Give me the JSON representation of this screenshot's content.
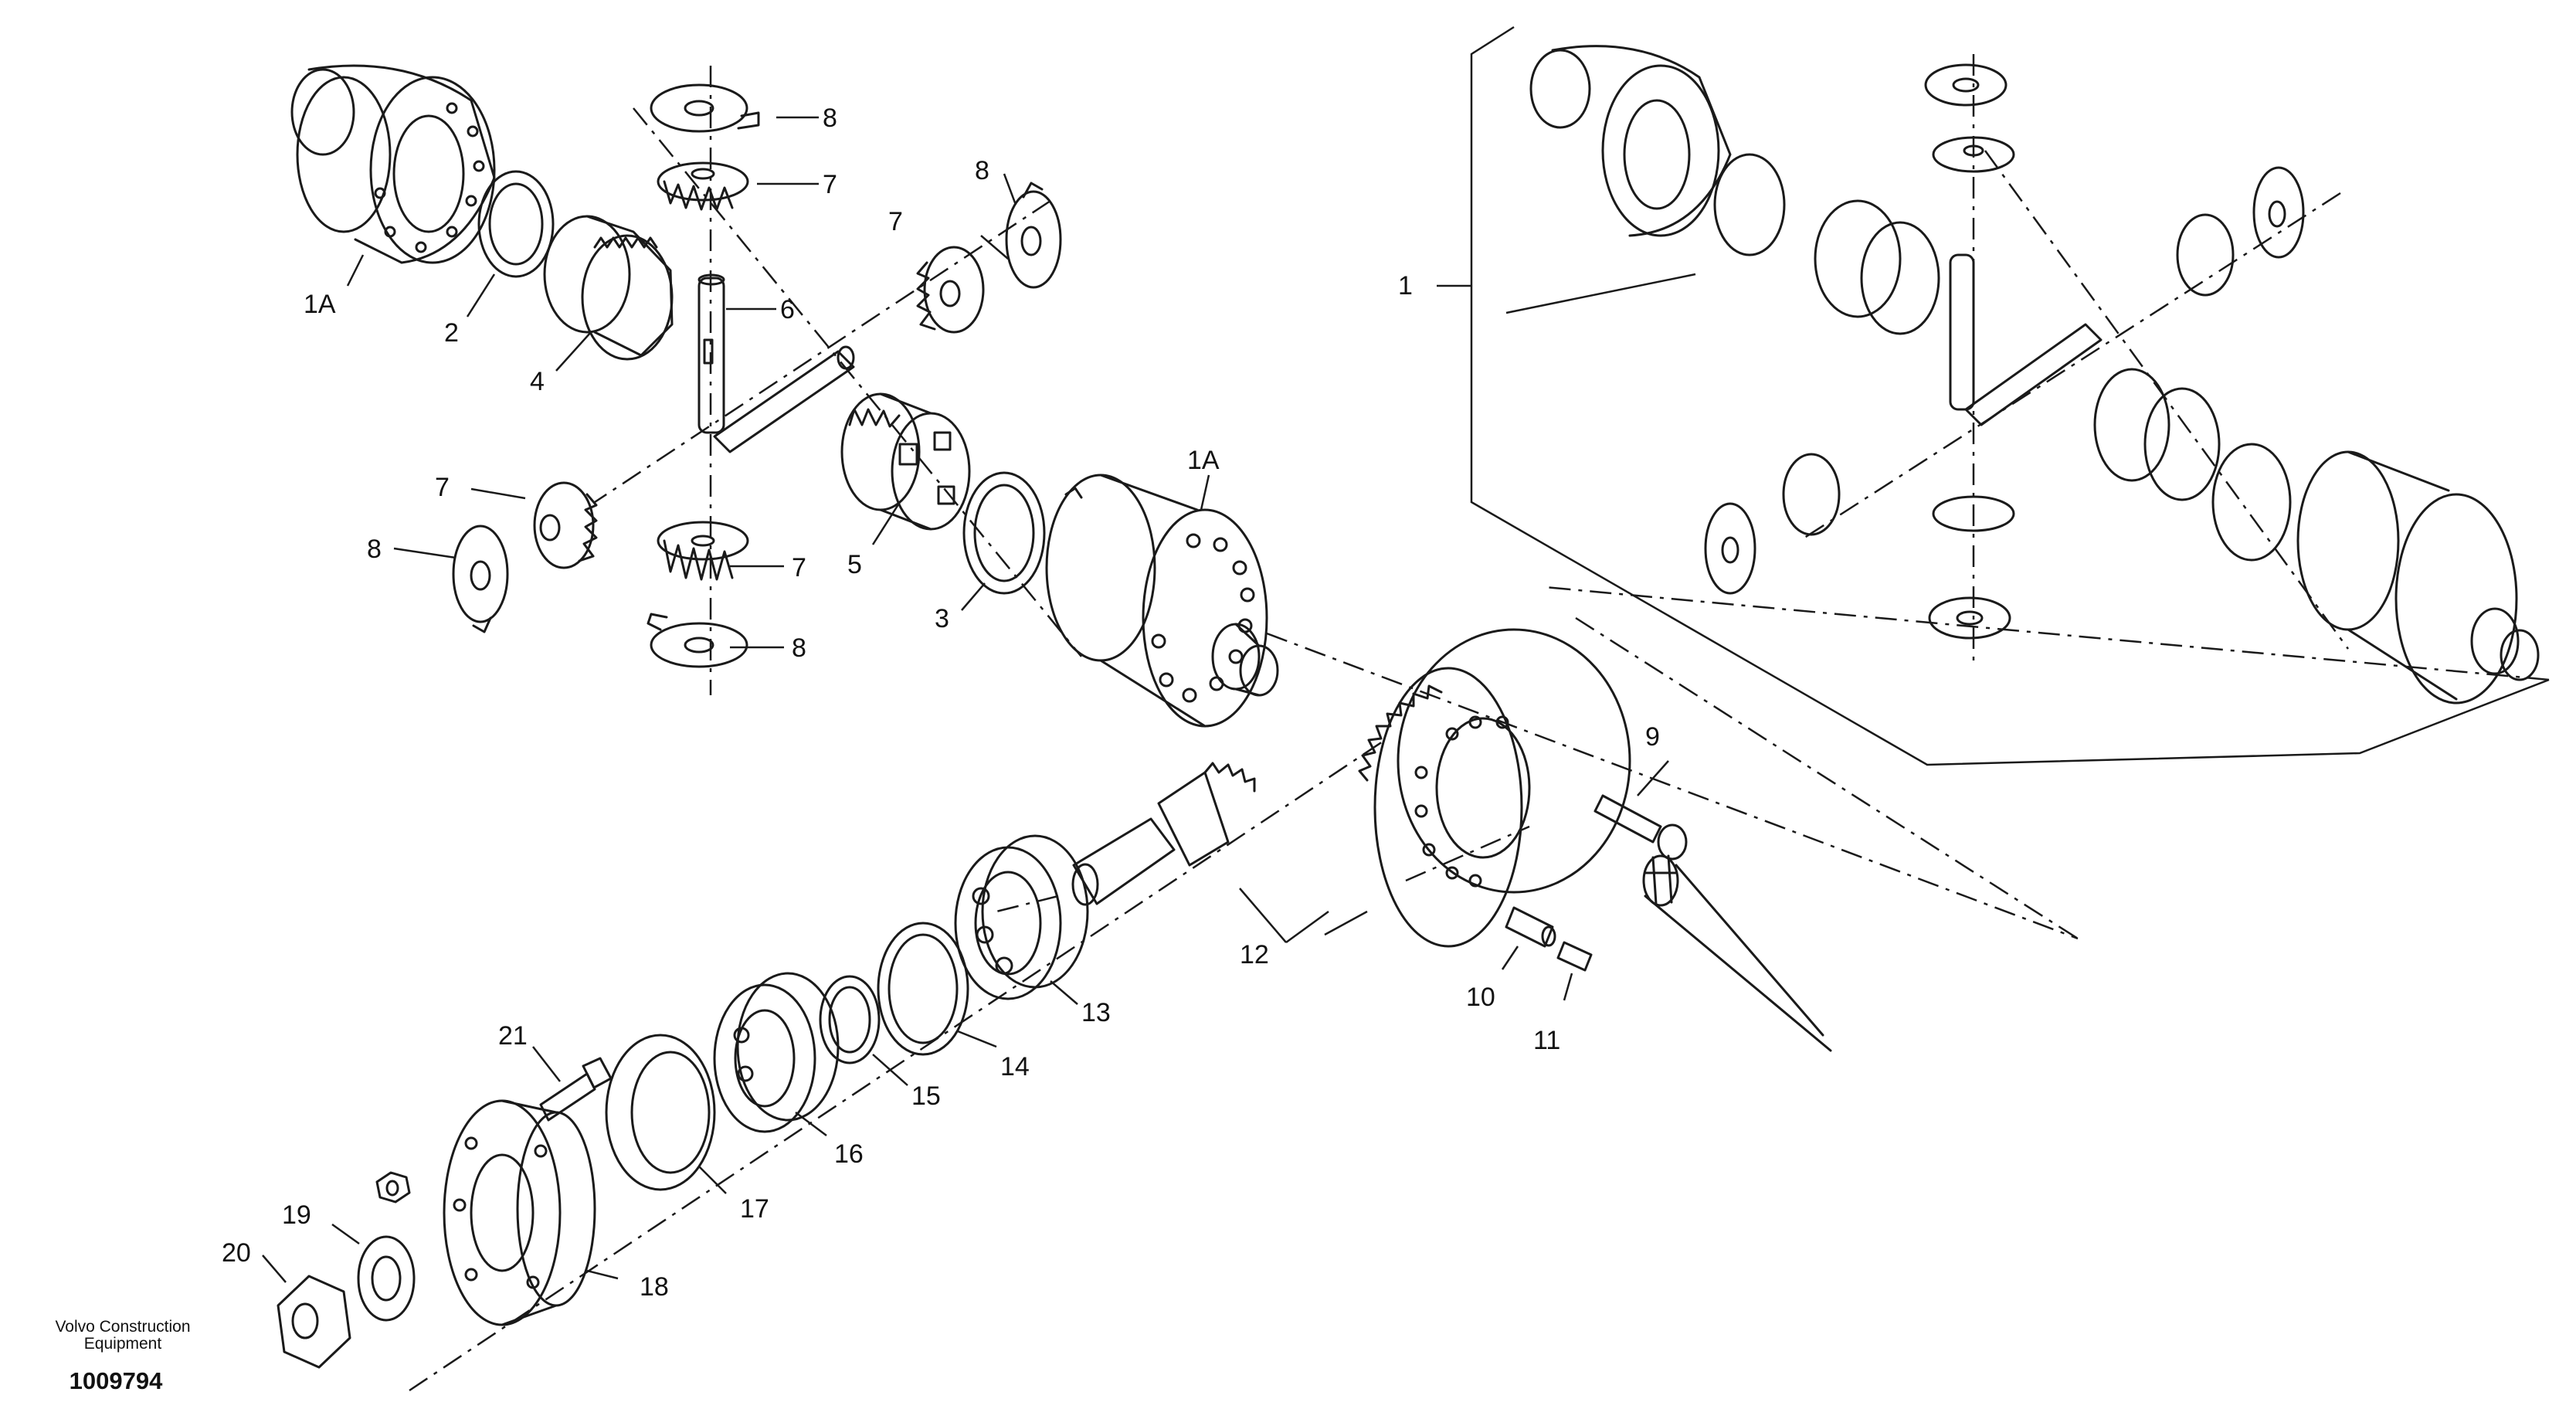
{
  "callouts": {
    "c1": "1",
    "c1a_top": "1A",
    "c1a_mid": "1A",
    "c2": "2",
    "c3": "3",
    "c4": "4",
    "c5": "5",
    "c6": "6",
    "c7_a": "7",
    "c7_b": "7",
    "c7_c": "7",
    "c7_d": "7",
    "c8_a": "8",
    "c8_b": "8",
    "c8_c": "8",
    "c8_d": "8",
    "c9": "9",
    "c10": "10",
    "c11": "11",
    "c12": "12",
    "c13": "13",
    "c14": "14",
    "c15": "15",
    "c16": "16",
    "c17": "17",
    "c18": "18",
    "c19": "19",
    "c20": "20",
    "c21": "21"
  },
  "footer": {
    "company_line1": "Volvo Construction",
    "company_line2": "Equipment",
    "document_number": "1009794"
  }
}
